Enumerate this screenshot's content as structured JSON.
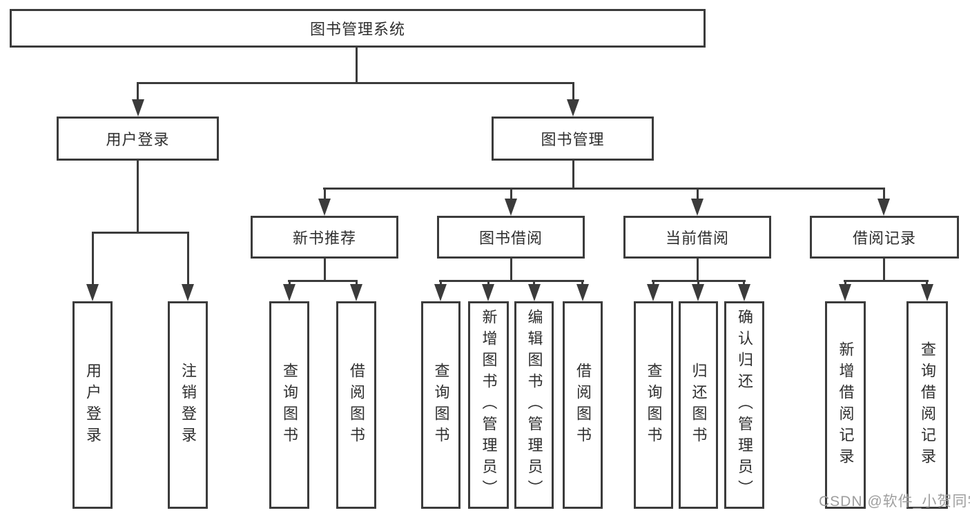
{
  "tree": {
    "root": "图书管理系统",
    "children": [
      {
        "label": "用户登录",
        "children": [
          "用户登录",
          "注销登录"
        ]
      },
      {
        "label": "图书管理",
        "children": [
          {
            "label": "新书推荐",
            "children": [
              "查询图书",
              "借阅图书"
            ]
          },
          {
            "label": "图书借阅",
            "children": [
              "查询图书",
              "新增图书（管理员）",
              "编辑图书（管理员）",
              "借阅图书"
            ]
          },
          {
            "label": "当前借阅",
            "children": [
              "查询图书",
              "归还图书",
              "确认归还（管理员）"
            ]
          },
          {
            "label": "借阅记录",
            "children": [
              "新增借阅记录",
              "查询借阅记录"
            ]
          }
        ]
      }
    ]
  },
  "watermark": {
    "text": "CSDN @软件_小贺同学"
  },
  "colors": {
    "line": "#3b3b3b",
    "text": "#2f2f2f",
    "watermark": "#9e9e9e",
    "background": "#ffffff"
  }
}
